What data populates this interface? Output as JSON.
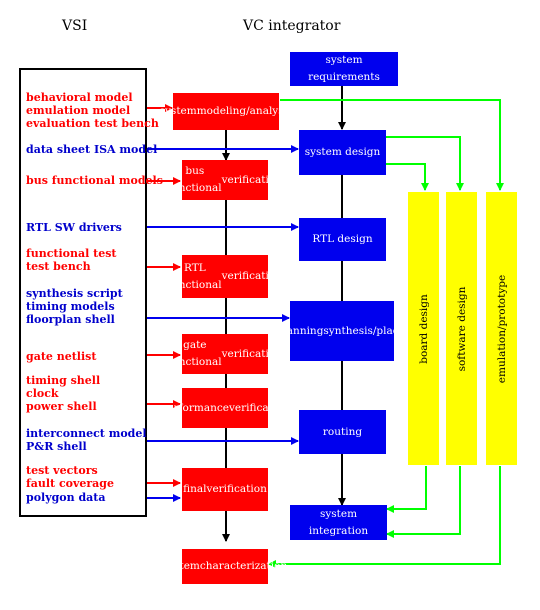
{
  "headers": {
    "vsi": "VSI",
    "vc_integrator": "VC integrator"
  },
  "colors": {
    "red": "#ff0000",
    "blue": "#0000ee",
    "green": "#00ff00",
    "yellow": "#ffff00",
    "black": "#000000"
  },
  "vsi_labels": [
    {
      "id": "behavioral",
      "lines": [
        "behavioral model",
        "emulation model",
        "evaluation test bench"
      ],
      "color": "red"
    },
    {
      "id": "datasheet",
      "lines": [
        "data sheet ISA model"
      ],
      "color": "blue"
    },
    {
      "id": "busfunc",
      "lines": [
        "bus functional models"
      ],
      "color": "red"
    },
    {
      "id": "rtlsw",
      "lines": [
        "RTL SW drivers"
      ],
      "color": "blue"
    },
    {
      "id": "functest",
      "lines": [
        "functional test",
        "test bench"
      ],
      "color": "red"
    },
    {
      "id": "synthesis",
      "lines": [
        "synthesis script",
        "timing models",
        "floorplan shell"
      ],
      "color": "blue"
    },
    {
      "id": "gatenetlist",
      "lines": [
        "gate netlist"
      ],
      "color": "red"
    },
    {
      "id": "timingshell",
      "lines": [
        "timing shell",
        "clock",
        "power shell"
      ],
      "color": "red"
    },
    {
      "id": "interconnect",
      "lines": [
        "interconnect model",
        "P&R shell"
      ],
      "color": "blue"
    },
    {
      "id": "testvectors",
      "lines": [
        "test vectors",
        "fault coverage"
      ],
      "color": "red"
    },
    {
      "id": "polygon",
      "lines": [
        "polygon data"
      ],
      "color": "blue"
    }
  ],
  "red_boxes": [
    {
      "id": "sysmodel",
      "lines": [
        "system",
        "modeling/analysis"
      ]
    },
    {
      "id": "busver",
      "lines": [
        "bus functional",
        "verification"
      ]
    },
    {
      "id": "rtlver",
      "lines": [
        "RTL functional",
        "verification"
      ]
    },
    {
      "id": "gatever",
      "lines": [
        "gate functional",
        "verification"
      ]
    },
    {
      "id": "perfver",
      "lines": [
        "performance",
        "verification"
      ]
    },
    {
      "id": "finalver",
      "lines": [
        "final",
        "verification"
      ]
    },
    {
      "id": "syschar",
      "lines": [
        "system",
        "characterization"
      ]
    }
  ],
  "blue_boxes": [
    {
      "id": "sysreq",
      "lines": [
        "system requirements"
      ]
    },
    {
      "id": "sysdesign",
      "lines": [
        "system design"
      ]
    },
    {
      "id": "rtldesign",
      "lines": [
        "RTL design"
      ]
    },
    {
      "id": "floorplan",
      "lines": [
        "floorplanning",
        "synthesis/placement"
      ]
    },
    {
      "id": "routing",
      "lines": [
        "routing"
      ]
    },
    {
      "id": "sysint",
      "lines": [
        "system integration"
      ]
    }
  ],
  "yellow_bars": [
    {
      "id": "board",
      "label": "board design"
    },
    {
      "id": "software",
      "label": "software design"
    },
    {
      "id": "emulation",
      "label": "emulation/prototype"
    }
  ]
}
